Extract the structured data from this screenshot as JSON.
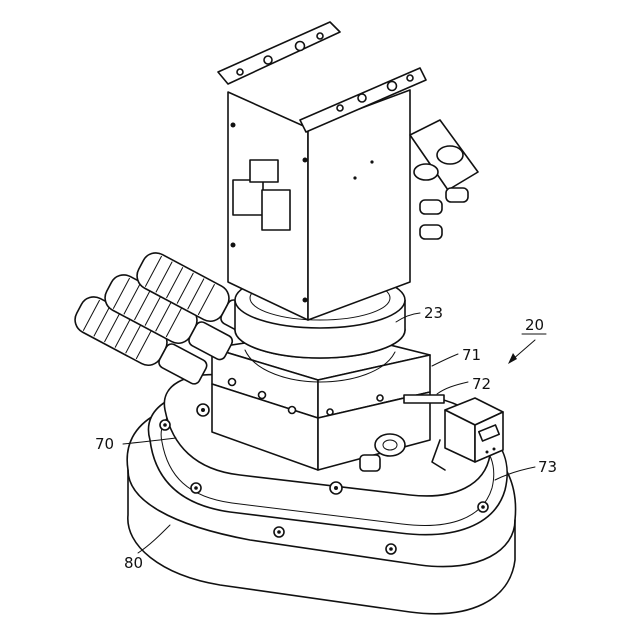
{
  "figure": {
    "labels": {
      "device": "20",
      "rotary_unit": "23",
      "suction_pad": "70",
      "block": "71",
      "valve": "72",
      "sensor": "73",
      "base_plate": "80"
    }
  }
}
